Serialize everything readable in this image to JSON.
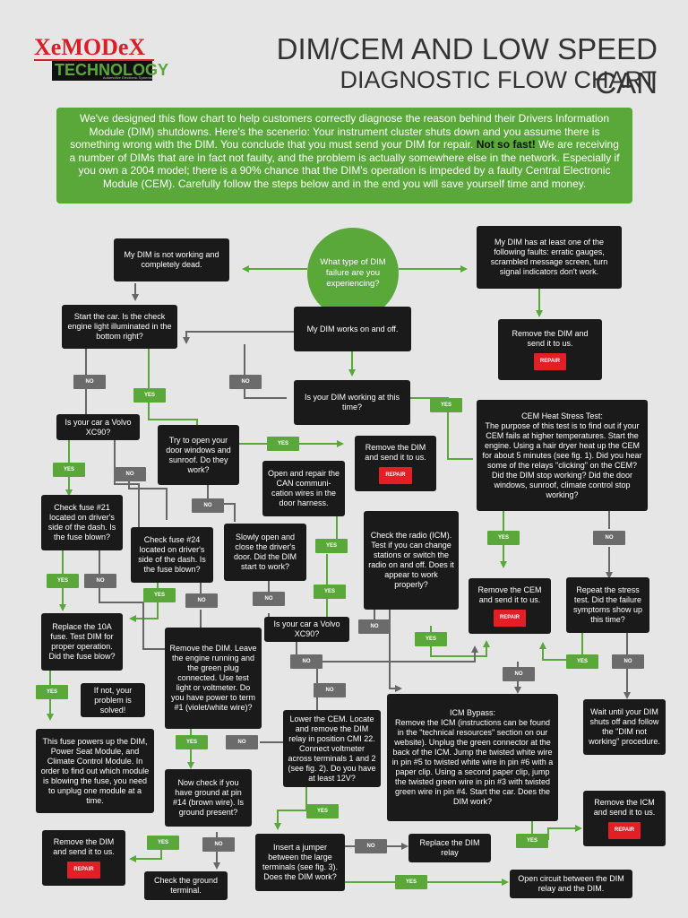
{
  "header": {
    "logo_brand": "XeMODeX",
    "logo_sub": "TECHNOLOGY",
    "logo_tagline": "Automotive Electronic Systems",
    "title": "DIM/CEM AND LOW SPEED CAN",
    "subtitle": "DIAGNOSTIC FLOW CHART"
  },
  "intro": {
    "text_before": "We've designed this flow chart to help customers correctly diagnose the reason behind their Drivers Information Module (DIM) shutdowns. Here's the scenerio: Your instrument cluster shuts down and you assume there is something wrong with the DIM. You conclude that you must send your DIM for repair.",
    "emphasis": "Not so fast!",
    "text_after": "We are receiving a number of DIMs that are in fact not faulty, and the problem is actually somewhere else in the network. Especially if you own a 2004 model; there is a 90% chance that the DIM's operation is impeded by a faulty Central Electronic Module (CEM). Carefully follow the steps below and in the end you will save yourself time and money."
  },
  "labels": {
    "yes": "YES",
    "no": "NO",
    "repair": "REPAIR"
  },
  "nodes": {
    "start": "What type of DIM failure are you experiencing?",
    "dead": "My DIM is not working and completely dead.",
    "faults": "My DIM has at least one of the following faults: erratic gauges, scrambled message screen, turn signal indicators don't work.",
    "onoff": "My DIM works on and off.",
    "remove_dim_top": "Remove the DIM and send it to us.",
    "check_engine": "Start the car. Is the check engine light illuminated in the bottom right?",
    "working_now": "Is your DIM working at this time?",
    "xc90_a": "Is your car a Volvo XC90?",
    "try_windows": "Try to open your door windows and sunroof. Do they work?",
    "remove_dim_mid": "Remove the DIM and send it to us.",
    "heat_title": "CEM Heat Stress Test:",
    "heat_body": "The purpose of this test is to find out if your CEM fails at higher temperatures. Start the engine. Using a hair dryer heat up the CEM for about 5 minutes (see fig. 1). Did you hear some of the relays \"clicking\" on the CEM? Did the DIM stop working? Did the door windows, sunroof, climate control stop working?",
    "open_repair": "Open and repair the CAN communi-cation wires in the door harness.",
    "fuse21": "Check fuse #21 located on driver's side of the dash. Is the fuse blown?",
    "fuse24": "Check fuse #24 located on driver's side of the dash. Is the fuse blown?",
    "slowly_open": "Slowly open and close the driver's door. Did the DIM start to work?",
    "check_radio": "Check the radio (ICM). Test if you can change stations or switch the radio on and off. Does it appear to work properly?",
    "remove_cem": "Remove the CEM and send it to us.",
    "repeat_stress": "Repeat the stress test. Did the failure symptoms show up this time?",
    "replace_fuse": "Replace the 10A fuse. Test DIM for proper operation. Did the fuse blow?",
    "remove_dim_power": "Remove the DIM. Leave the engine running and the green plug connected. Use test light or voltmeter. Do you have power to term #1 (violet/white wire)?",
    "xc90_b": "Is your car a Volvo XC90?",
    "if_not_solved": "If not, your problem is solved!",
    "wait_shut": "Wait until your DIM shuts off and follow the \"DIM not working\" procedure.",
    "fuse_powers": "This fuse powers up the DIM, Power Seat Module, and Climate Control Module. In order to find out which module is blowing the fuse, you need to unplug one module at a time.",
    "lower_cem": "Lower the CEM. Locate and remove the DIM relay in position CMI 22. Connect voltmeter across terminals 1 and 2 (see fig. 2). Do you have at least 12V?",
    "icm_title": "ICM Bypass:",
    "icm_body": "Remove the ICM (instructions can be found in the \"technical resources\" section on our website). Unplug the green connector at the back of the ICM. Jump the twisted white wire in pin #5 to twisted white wire in pin #6 with a paper clip. Using a second paper clip, jump the twisted green wire in pin #3 with twisted green wire in pin #4. Start the car. Does the DIM work?",
    "ground": "Now check if you have ground at pin #14 (brown wire). Is ground present?",
    "remove_icm": "Remove the ICM and send it to us.",
    "remove_dim_bottom": "Remove the DIM and send it to us.",
    "jumper": "Insert a jumper between the large terminals (see fig. 3). Does the DIM work?",
    "replace_relay": "Replace the DIM relay",
    "check_ground": "Check the ground terminal.",
    "open_circuit": "Open circuit between the DIM relay and the DIM."
  }
}
